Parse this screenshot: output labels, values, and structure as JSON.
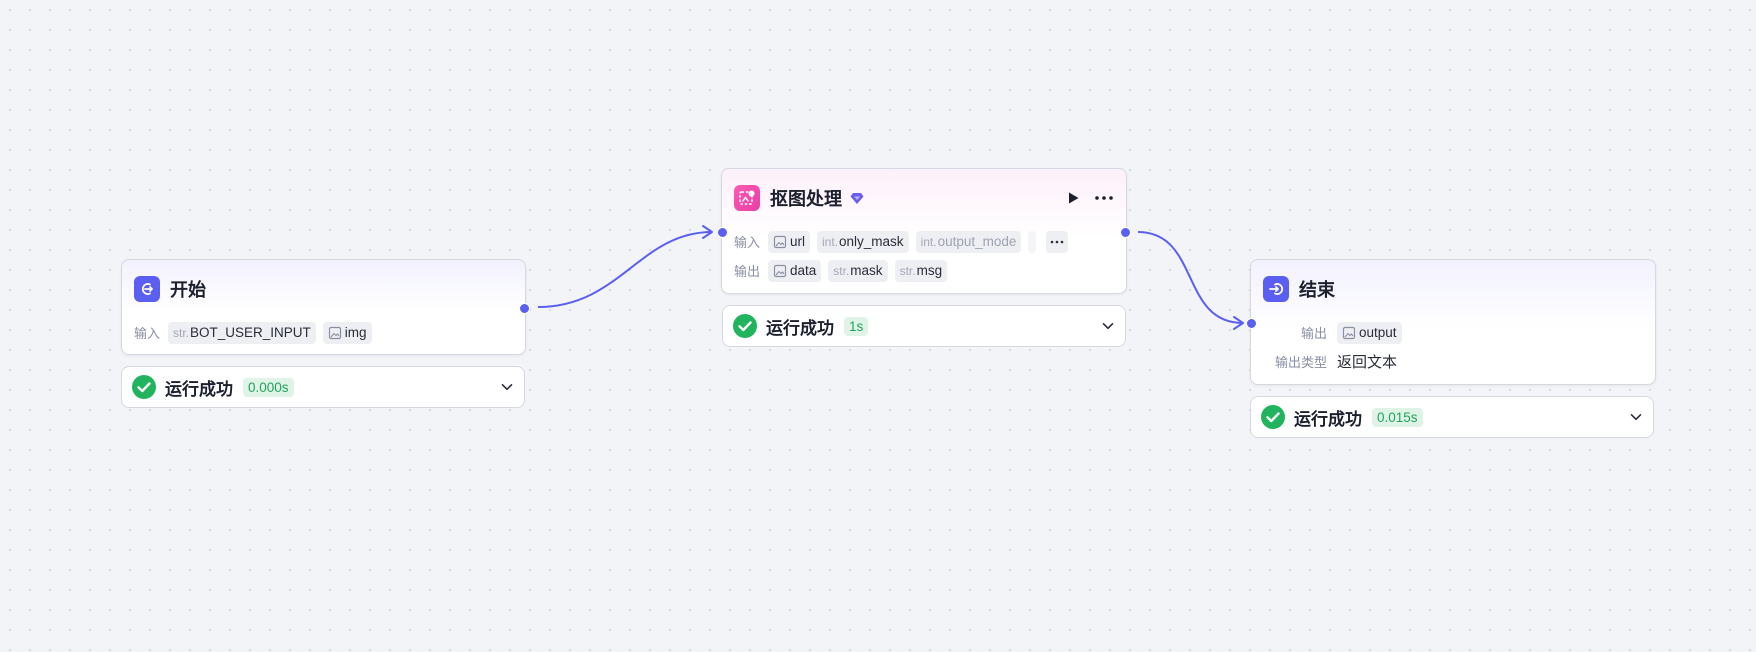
{
  "colors": {
    "accent": "#5a5ff1",
    "success": "#22b35e",
    "canvas": "#f3f4f7",
    "plugin": "#ee4aac"
  },
  "nodes": {
    "start": {
      "title": "开始",
      "icon": "start-arrow-icon",
      "inputs_label": "输入",
      "inputs": [
        {
          "type": "str.",
          "name": "BOT_USER_INPUT"
        },
        {
          "type": "image-icon",
          "name": "img"
        }
      ],
      "status": {
        "text": "运行成功",
        "time": "0.000s"
      }
    },
    "process": {
      "title": "抠图处理",
      "icon": "cutout-image-icon",
      "badge_icon": "premium-diamond-icon",
      "inputs_label": "输入",
      "inputs": [
        {
          "type": "image-icon",
          "name": "url"
        },
        {
          "type": "int.",
          "name": "only_mask"
        },
        {
          "type": "int.",
          "name": "output_mode"
        }
      ],
      "outputs_label": "输出",
      "outputs": [
        {
          "type": "image-icon",
          "name": "data"
        },
        {
          "type": "str.",
          "name": "mask"
        },
        {
          "type": "str.",
          "name": "msg"
        }
      ],
      "status": {
        "text": "运行成功",
        "time": "1s"
      }
    },
    "end": {
      "title": "结束",
      "icon": "end-arrow-icon",
      "output_label": "输出",
      "output": {
        "type": "image-icon",
        "name": "output"
      },
      "output_type_label": "输出类型",
      "output_type_value": "返回文本",
      "status": {
        "text": "运行成功",
        "time": "0.015s"
      }
    }
  }
}
